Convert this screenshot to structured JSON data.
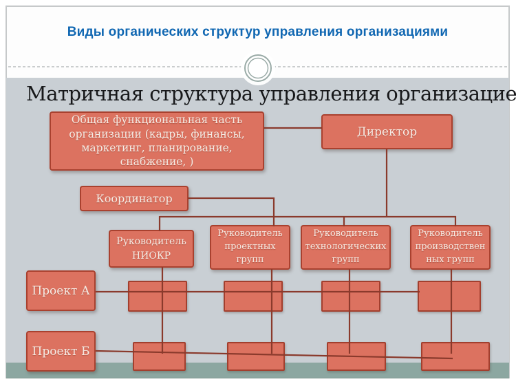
{
  "slide": {
    "header_title": "Виды органических структур управления организациями",
    "title": "Матричная структура управления организацией"
  },
  "diagram": {
    "functional_block": "Общая функциональная часть организации (кадры, финансы, маркетинг, планирование, снабжение, )",
    "director": "Директор",
    "coordinator": "Координатор",
    "managers": [
      {
        "label": "Руководитель НИОКР"
      },
      {
        "label": "Руководитель проектных групп"
      },
      {
        "label": "Руководитель технологических групп"
      },
      {
        "label": "Руководитель производственных групп"
      }
    ],
    "projects": [
      {
        "label": "Проект А"
      },
      {
        "label": "Проект Б"
      }
    ],
    "matrix_cells": {
      "row_a_count": 4,
      "row_b_count": 4
    },
    "connections": [
      "functional_block — director",
      "director — managers row",
      "coordinator — managers row",
      "each manager — column of matrix cells",
      "Проект А — row of matrix cells",
      "Проект Б — row of matrix cells"
    ]
  },
  "colors": {
    "header_text": "#1067b2",
    "box_fill": "#dc7260",
    "box_border": "#a9412f",
    "connector_line": "#8a3a2c",
    "background": "#c9cfd4",
    "bottom_band": "#8ca7a1",
    "box_text": "#f6ece5"
  }
}
